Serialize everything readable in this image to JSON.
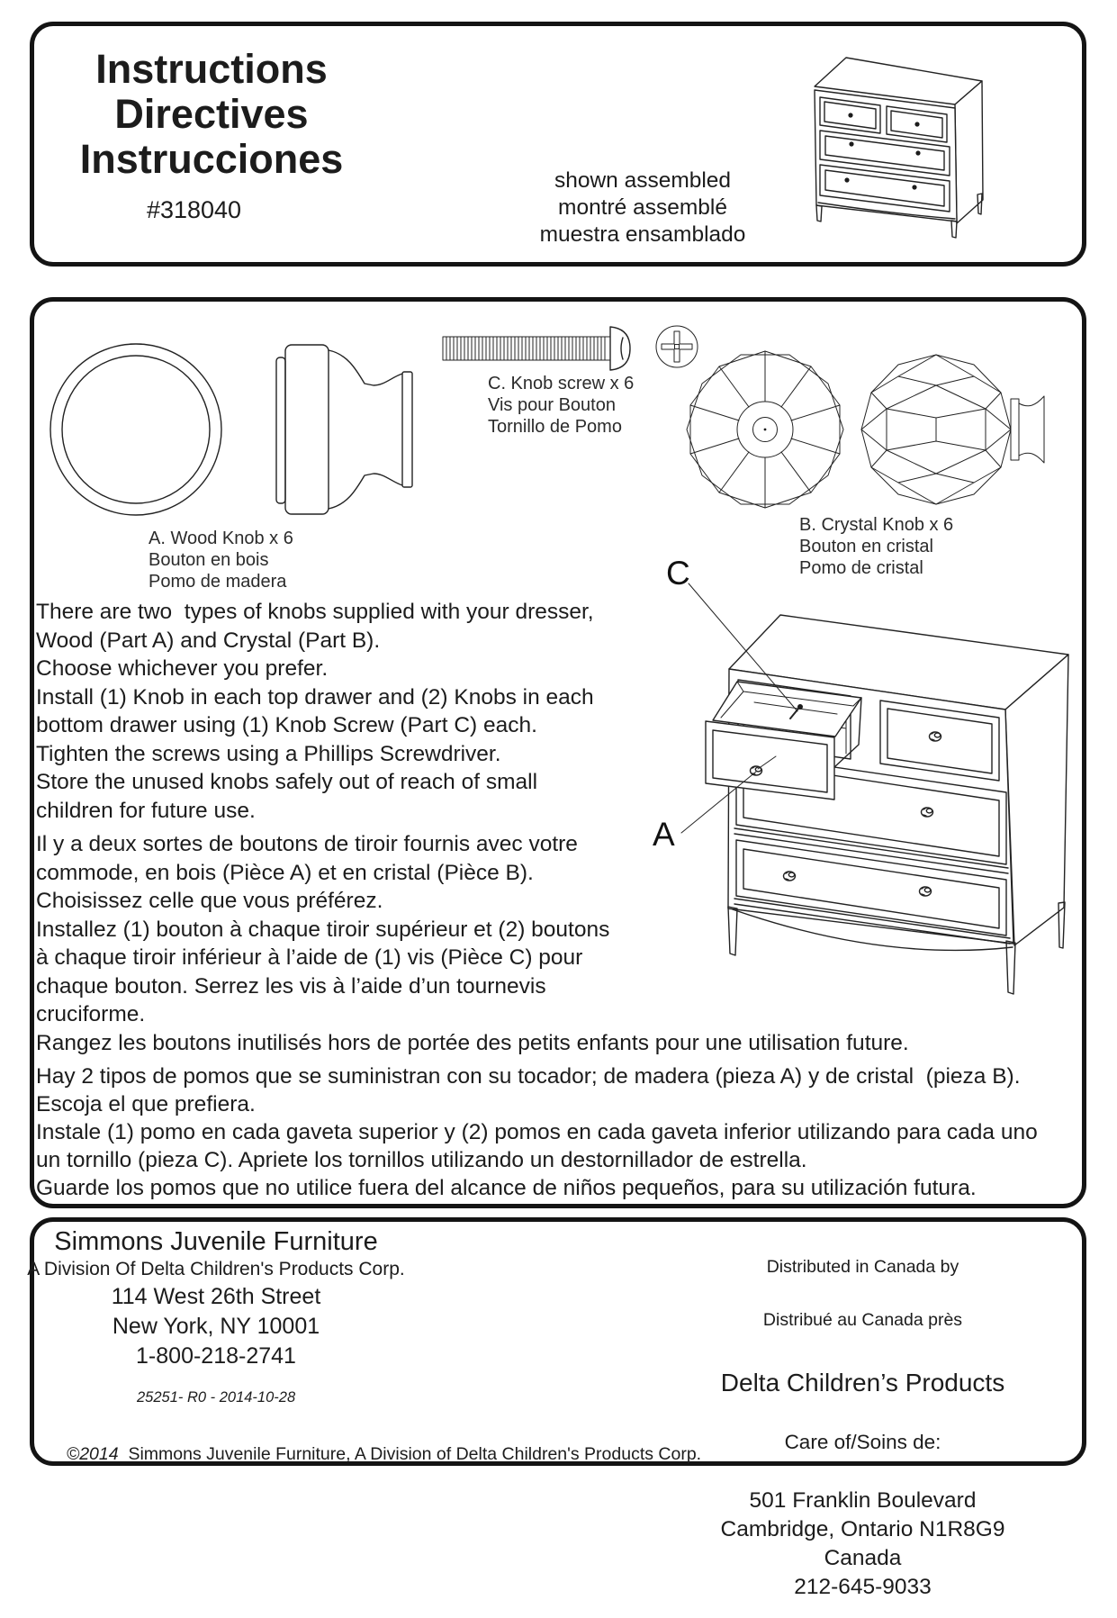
{
  "header": {
    "title": "Instructions\nDirectives\nInstrucciones",
    "model_number": "#318040",
    "assembled_caption": "shown assembled\nmontré assemblé\nmuestra ensamblado"
  },
  "parts": {
    "wood_knob_label": "A. Wood Knob x 6\nBouton en bois\nPomo de madera",
    "knob_screw_label": "C. Knob screw x 6\nVis pour Bouton\nTornillo de Pomo",
    "crystal_knob_label": "B. Crystal Knob x 6\nBouton en cristal\nPomo de cristal"
  },
  "diagram": {
    "label_c": "C",
    "label_a": "A"
  },
  "instructions": {
    "english": "There are two  types of knobs supplied with your dresser,\nWood (Part A) and Crystal (Part B).\nChoose whichever you prefer.\nInstall (1) Knob in each top drawer and (2) Knobs in each\nbottom drawer using (1) Knob Screw (Part C) each.\nTighten the screws using a Phillips Screwdriver.\nStore the unused knobs safely out of reach of small\nchildren for future use.",
    "french": "Il y a deux sortes de boutons de tiroir fournis avec votre\ncommode, en bois (Pièce A) et en cristal (Pièce B).\nChoisissez celle que vous préférez.\nInstallez (1) bouton à chaque tiroir supérieur et (2) boutons\nà chaque tiroir inférieur à l’aide de (1) vis (Pièce C) pour\nchaque bouton. Serrez les vis à l’aide d’un tournevis\ncruciforme.\nRangez les boutons inutilisés hors de portée des petits enfants pour une utilisation future.",
    "spanish": "Hay 2 tipos de pomos que se suministran con su tocador; de madera (pieza A) y de cristal  (pieza B).\nEscoja el que prefiera.\nInstale (1) pomo en cada gaveta superior y (2) pomos en cada gaveta inferior utilizando para cada uno\nun tornillo (pieza C). Apriete los tornillos utilizando un destornillador de estrella.\nGuarde los pomos que no utilice fuera del alcance de niños pequeños, para su utilización futura."
  },
  "footer": {
    "left": {
      "company": "Simmons Juvenile Furniture",
      "division": "A Division Of Delta Children's Products Corp.",
      "address": "114 West 26th Street\nNew York, NY 10001\n1-800-218-2741",
      "revision": "25251- R0 - 2014-10-28",
      "copyright_year": "©2014",
      "copyright_text": "Simmons Juvenile Furniture, A Division of Delta Children's Products Corp."
    },
    "right": {
      "distributed_line1": "Distributed in Canada by",
      "distributed_line2": "Distribué au Canada près",
      "company": "Delta Children’s Products",
      "care": "Care of/Soins de:",
      "address": "501 Franklin Boulevard\nCambridge, Ontario N1R8G9\nCanada\n212-645-9033"
    }
  }
}
